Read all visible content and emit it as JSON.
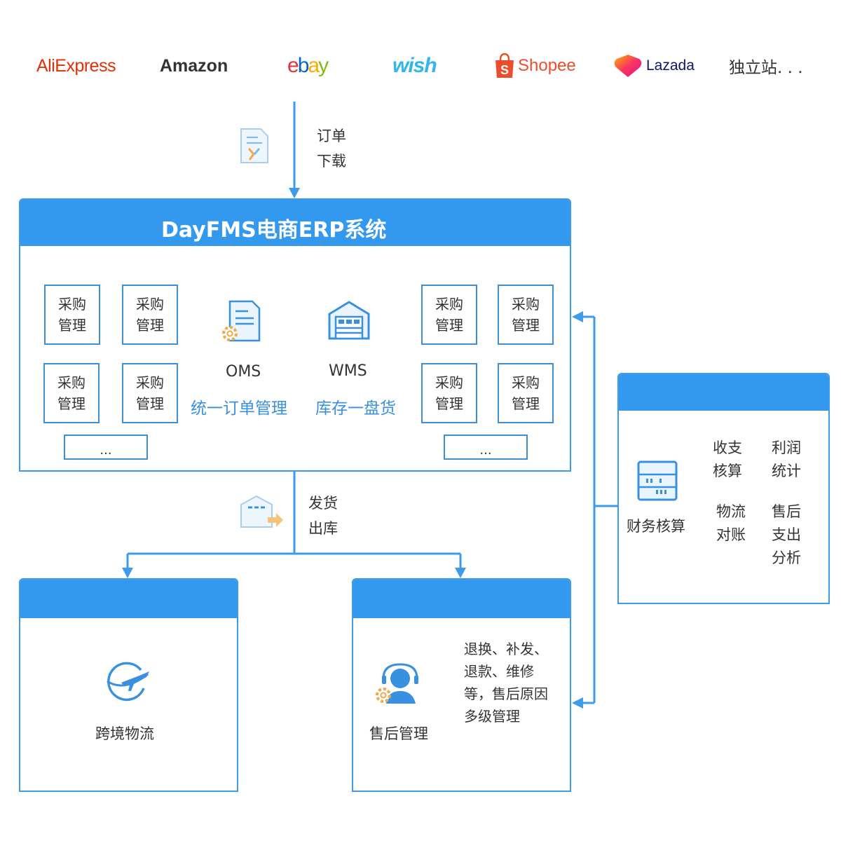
{
  "platforms": {
    "aliexpress": "AliExpress",
    "amazon": "Amazon",
    "ebay": "ebay",
    "wish": "wish",
    "shopee": "Shopee",
    "lazada": "Lazada",
    "independent": "独立站. . ."
  },
  "flow": {
    "order_download_line1": "订单",
    "order_download_line2": "下载",
    "ship_line1": "发货",
    "ship_line2": "出库"
  },
  "erp": {
    "title": "DayFMS电商ERP系统",
    "module_line1": "采购",
    "module_line2": "管理",
    "more": "...",
    "oms_name": "OMS",
    "oms_desc": "统一订单管理",
    "wms_name": "WMS",
    "wms_desc": "库存一盘货"
  },
  "finance": {
    "title": "财务核算",
    "items": [
      [
        "收支",
        "核算"
      ],
      [
        "利润",
        "统计"
      ],
      [
        "物流",
        "对账"
      ],
      [
        "售后",
        "支出",
        "分析"
      ]
    ]
  },
  "logistics": {
    "title": "跨境物流"
  },
  "aftersales": {
    "title": "售后管理",
    "desc": [
      "退换、补发、",
      "退款、维修",
      "等，售后原因",
      "多级管理"
    ]
  },
  "colors": {
    "primary": "#3399ee",
    "border": "#3d9be9",
    "aliexpress": "#e62e04",
    "ebay_red": "#e53238",
    "ebay_blue": "#0064d2",
    "ebay_yellow": "#f5af02",
    "ebay_green": "#86b817",
    "wish": "#2fb7ec",
    "shopee": "#ee4d2d",
    "lazada": "#0f146d"
  }
}
